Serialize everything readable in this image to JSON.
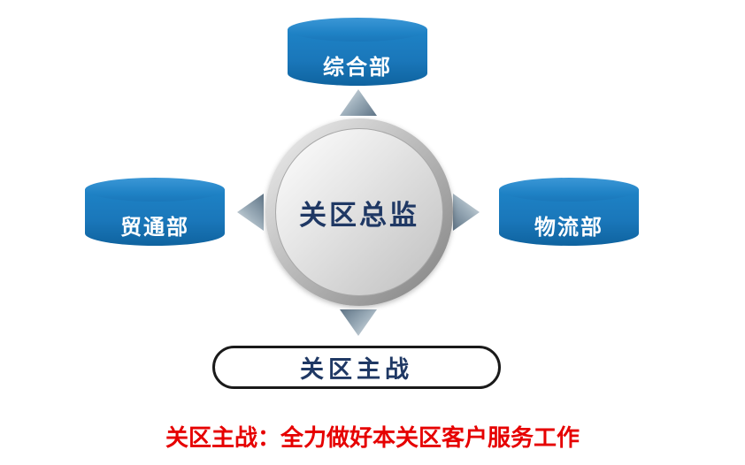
{
  "diagram": {
    "center_label": "关区总监",
    "top_label": "综合部",
    "left_label": "贸通部",
    "right_label": "物流部",
    "pill_label": "关区主战",
    "caption": "关区主战：全力做好本关区客户服务工作"
  },
  "colors": {
    "cylinder_blue": "#1a77ba",
    "title_navy": "#1f3864",
    "caption_red": "#e60000",
    "arrow_steel": "#5f7486",
    "hub_silver": "#bfbfbf"
  }
}
